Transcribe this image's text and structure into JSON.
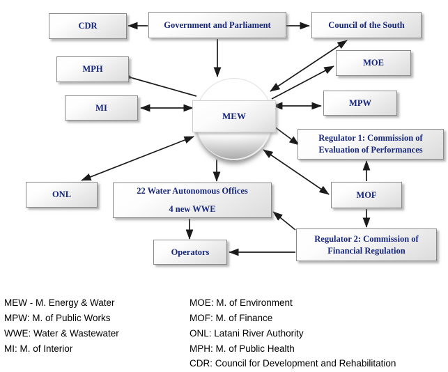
{
  "diagram": {
    "title": "Water sector institutional organization chart",
    "accent_text_color": "#16267a",
    "line_color": "#1b1b1b",
    "nodes": {
      "cdr": {
        "label": "CDR"
      },
      "government": {
        "label": "Government and Parliament"
      },
      "council_south": {
        "label": "Council of the South"
      },
      "mph": {
        "label": "MPH"
      },
      "moe": {
        "label": "MOE"
      },
      "mi": {
        "label": "MI"
      },
      "mpw": {
        "label": "MPW"
      },
      "mew": {
        "label": "MEW"
      },
      "regulator1": {
        "line1": "Regulator 1: Commission of",
        "line2": "Evaluation of Performances"
      },
      "onl": {
        "label": "ONL"
      },
      "water_offices": {
        "line1": "22 Water Autonomous Offices",
        "line2": "4 new WWE"
      },
      "mof": {
        "label": "MOF"
      },
      "regulator2": {
        "line1": "Regulator 2: Commission of",
        "line2": "Financial Regulation"
      },
      "operators": {
        "label": "Operators"
      }
    }
  },
  "legend": {
    "left": [
      "MEW - M. Energy & Water",
      "MPW: M. of Public Works",
      "WWE: Water & Wastewater",
      "MI: M. of Interior"
    ],
    "right": [
      "MOE: M. of Environment",
      "MOF: M. of Finance",
      "ONL: Latani River Authority",
      "MPH: M. of Public Health",
      "CDR: Council for Development and Rehabilitation"
    ]
  }
}
